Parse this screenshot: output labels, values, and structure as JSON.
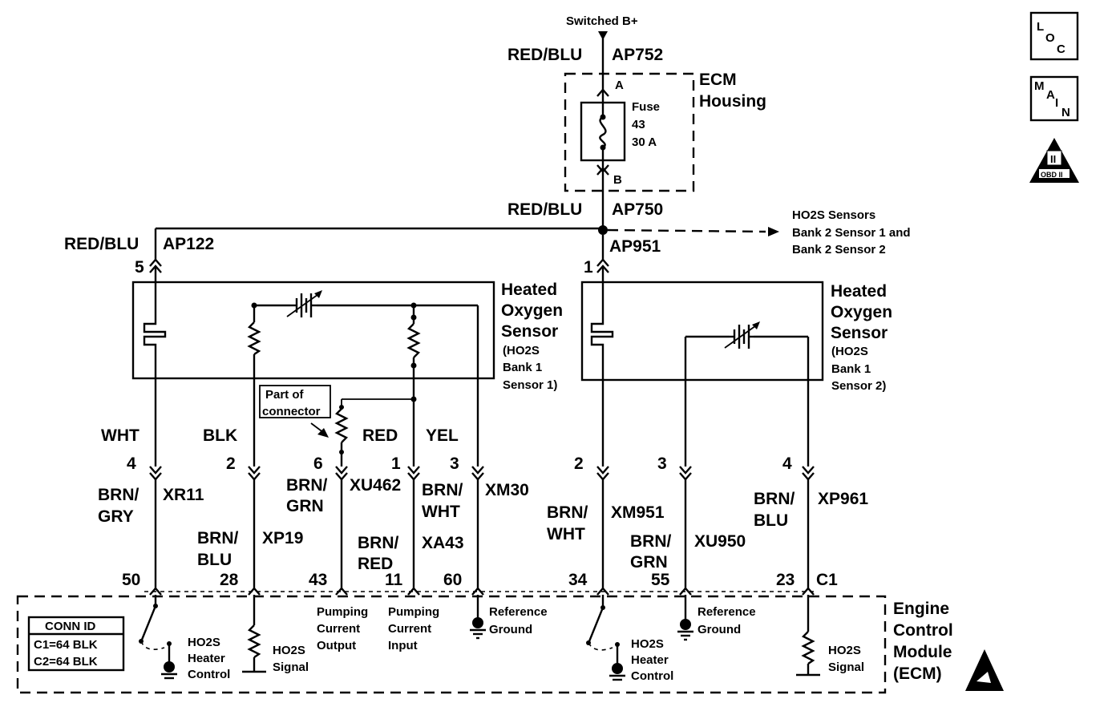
{
  "top": {
    "supply": "Switched B+",
    "wire_top": "RED/BLU",
    "circuit_top": "AP752",
    "ecm_housing": [
      "ECM",
      "Housing"
    ],
    "fuse": [
      "Fuse",
      "43",
      "30 A"
    ],
    "term_a": "A",
    "term_b": "B",
    "wire_mid": "RED/BLU",
    "circuit_mid": "AP750",
    "circuit_splice": "AP951",
    "to_bank2": [
      "HO2S Sensors",
      "Bank 2 Sensor 1 and",
      "Bank 2 Sensor 2"
    ]
  },
  "sensor1": {
    "wire": "RED/BLU",
    "circuit": "AP122",
    "pin": "5",
    "title": [
      "Heated",
      "Oxygen",
      "Sensor"
    ],
    "subtitle": [
      "(HO2S",
      "Bank 1",
      "Sensor 1)"
    ],
    "part_of_connector": [
      "Part of",
      "connector"
    ],
    "wires": [
      {
        "color": "WHT",
        "pin": "4",
        "ecm_wire": [
          "BRN/",
          "GRY"
        ],
        "circuit": "XR11",
        "ecm_pin": "50"
      },
      {
        "color": "BLK",
        "pin": "2",
        "ecm_wire": [
          "BRN/",
          "BLU"
        ],
        "circuit": "XP19",
        "ecm_pin": "28"
      },
      {
        "color": "",
        "pin": "6",
        "ecm_wire": [
          "BRN/",
          "GRN"
        ],
        "circuit": "XU462",
        "ecm_pin": "43"
      },
      {
        "color": "RED",
        "pin": "1",
        "ecm_wire": [
          "BRN/",
          "RED"
        ],
        "circuit": "XA43",
        "ecm_pin": "11"
      },
      {
        "color": "YEL",
        "pin": "3",
        "ecm_wire": [
          "BRN/",
          "WHT"
        ],
        "circuit": "XM30",
        "ecm_pin": "60"
      }
    ]
  },
  "sensor2": {
    "pin": "1",
    "title": [
      "Heated",
      "Oxygen",
      "Sensor"
    ],
    "subtitle": [
      "(HO2S",
      "Bank 1",
      "Sensor 2)"
    ],
    "wires": [
      {
        "pin": "2",
        "ecm_wire": [
          "BRN/",
          "WHT"
        ],
        "circuit": "XM951",
        "ecm_pin": "34"
      },
      {
        "pin": "3",
        "ecm_wire": [
          "BRN/",
          "GRN"
        ],
        "circuit": "XU950",
        "ecm_pin": "55"
      },
      {
        "pin": "4",
        "ecm_wire": [
          "BRN/",
          "BLU"
        ],
        "circuit": "XP961",
        "ecm_pin": "23"
      }
    ],
    "connector": "C1"
  },
  "ecm": {
    "title": [
      "Engine",
      "Control",
      "Module",
      "(ECM)"
    ],
    "conn_id_title": "CONN ID",
    "conn_id": [
      "C1=64 BLK",
      "C2=64 BLK"
    ],
    "labels": {
      "heater1": [
        "HO2S",
        "Heater",
        "Control"
      ],
      "signal1": [
        "HO2S",
        "Signal"
      ],
      "pump_out": [
        "Pumping",
        "Current",
        "Output"
      ],
      "pump_in": [
        "Pumping",
        "Current",
        "Input"
      ],
      "ref1": [
        "Reference",
        "Ground"
      ],
      "heater2": [
        "HO2S",
        "Heater",
        "Control"
      ],
      "ref2": [
        "Reference",
        "Ground"
      ],
      "signal2": [
        "HO2S",
        "Signal"
      ]
    }
  },
  "icons": {
    "loc": [
      "L",
      "O",
      "C"
    ],
    "main": [
      "M",
      "A",
      "I",
      "N"
    ],
    "obd": [
      "II",
      "OBD II"
    ]
  }
}
